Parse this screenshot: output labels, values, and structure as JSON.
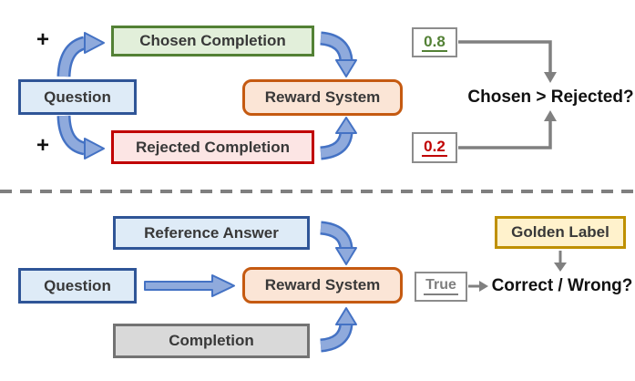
{
  "diagram": {
    "top": {
      "plus_upper": "+",
      "plus_lower": "+",
      "question_label": "Question",
      "chosen_label": "Chosen Completion",
      "rejected_label": "Rejected Completion",
      "reward_label": "Reward System",
      "chosen_score": "0.8",
      "rejected_score": "0.2",
      "comparison_label": "Chosen > Rejected?"
    },
    "bottom": {
      "reference_label": "Reference Answer",
      "question_label": "Question",
      "completion_label": "Completion",
      "reward_label": "Reward System",
      "output_label": "True",
      "golden_label": "Golden Label",
      "verdict_label": "Correct / Wrong?"
    },
    "colors": {
      "blue_border": "#2F5597",
      "blue_fill": "#DEEBF7",
      "green_border": "#538135",
      "green_fill": "#E2EFDA",
      "red_border": "#C00000",
      "red_fill": "#FCE5E4",
      "orange_border": "#C55A11",
      "orange_fill": "#FBE5D6",
      "gray_border": "#737373",
      "gray_fill": "#D9D9D9",
      "gold_border": "#BF9000",
      "gold_fill": "#FFF2CC",
      "score_box_border": "#8C8C8C",
      "chosen_score_text": "#538135",
      "rejected_score_text": "#C00000",
      "true_text": "#7F7F7F",
      "arrow_fill": "#8FAADC",
      "arrow_outline": "#4472C4",
      "connector": "#808080",
      "divider": "#7F7F7F"
    }
  }
}
